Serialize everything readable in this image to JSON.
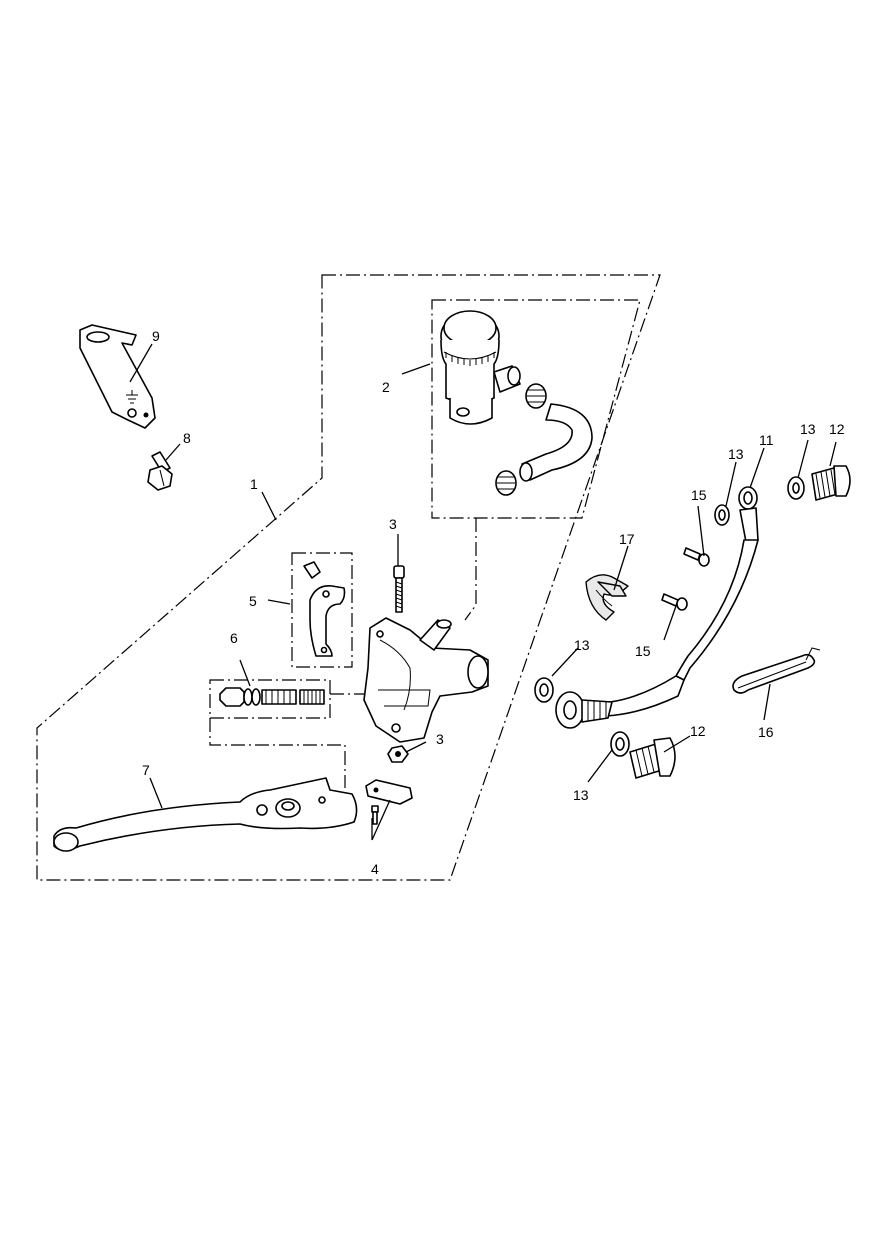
{
  "diagram": {
    "callouts": {
      "c1": "1",
      "c2": "2",
      "c3a": "3",
      "c3b": "3",
      "c4": "4",
      "c5": "5",
      "c6": "6",
      "c7": "7",
      "c8": "8",
      "c9": "9",
      "c11": "11",
      "c12a": "12",
      "c12b": "12",
      "c13a": "13",
      "c13b": "13",
      "c13c": "13",
      "c13d": "13",
      "c15a": "15",
      "c15b": "15",
      "c16": "16",
      "c17": "17"
    }
  }
}
